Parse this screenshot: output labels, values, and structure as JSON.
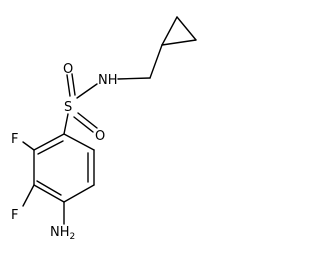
{
  "molecule": {
    "atoms": {
      "nh": "NH",
      "s": "S",
      "o_top": "O",
      "o_bottom": "O",
      "f_upper": "F",
      "f_lower": "F",
      "nh2_main": "NH",
      "nh2_sub": "2"
    },
    "colors": {
      "bond": "#000000",
      "text": "#000000",
      "background": "#ffffff"
    }
  }
}
